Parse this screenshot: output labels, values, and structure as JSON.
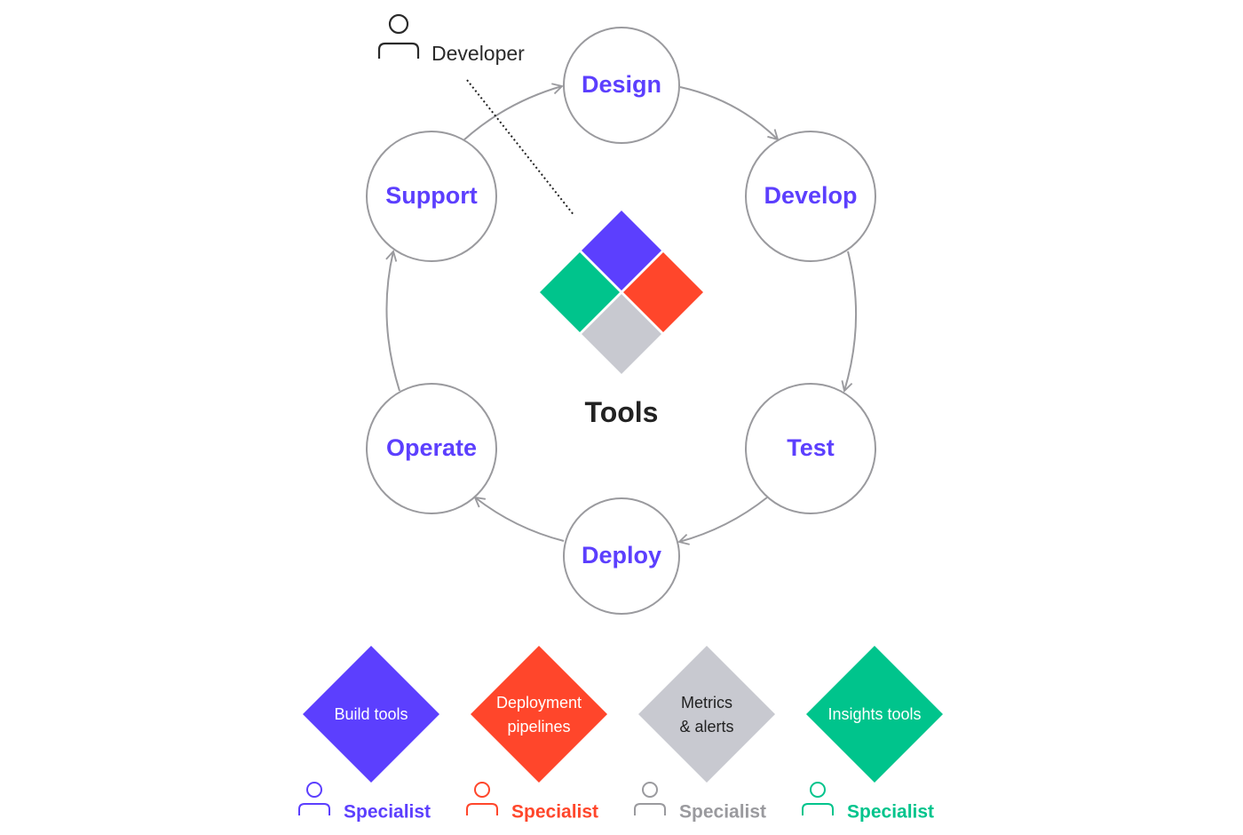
{
  "developer": {
    "label": "Developer",
    "icon": "person-icon"
  },
  "center": {
    "label": "Tools"
  },
  "stages": [
    "Design",
    "Develop",
    "Test",
    "Deploy",
    "Operate",
    "Support"
  ],
  "colors": {
    "stage_text": "#5c3ffe",
    "ring": "#9a9a9e",
    "purple": "#5c3ffe",
    "red": "#ff462b",
    "gray": "#c8c9d0",
    "green": "#00c48c"
  },
  "tools": [
    {
      "line1": "Build tools",
      "line2": "",
      "specialist": "Specialist",
      "color": "#5c3ffe",
      "text_color": "#ffffff"
    },
    {
      "line1": "Deployment",
      "line2": "pipelines",
      "specialist": "Specialist",
      "color": "#ff462b",
      "text_color": "#ffffff"
    },
    {
      "line1": "Metrics",
      "line2": "& alerts",
      "specialist": "Specialist",
      "color": "#c8c9d0",
      "text_color": "#222222"
    },
    {
      "line1": "Insights tools",
      "line2": "",
      "specialist": "Specialist",
      "color": "#00c48c",
      "text_color": "#ffffff"
    }
  ]
}
